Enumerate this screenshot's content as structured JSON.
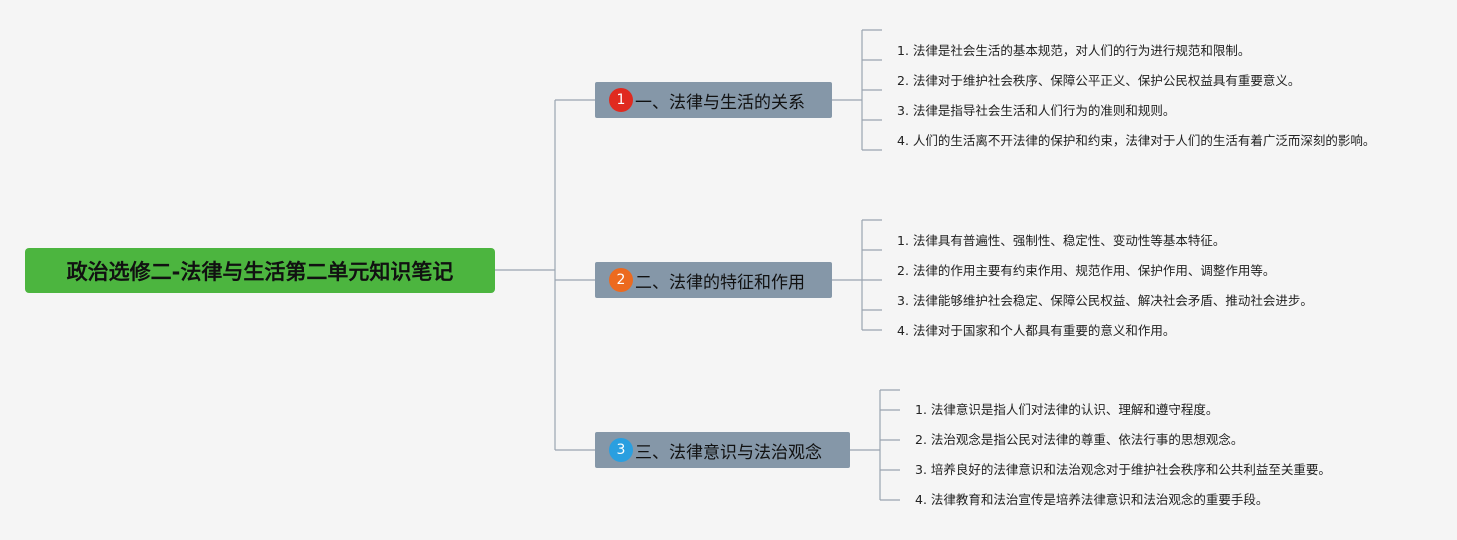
{
  "root": {
    "label": "政治选修二-法律与生活第二单元知识笔记"
  },
  "colors": {
    "root": "#4cb53f",
    "branch": "#8597a8",
    "line": "#9aa5b0",
    "badge1": "#e02a1f",
    "badge2": "#ec6a1f",
    "badge3": "#2a9fe0"
  },
  "branches": [
    {
      "badge": "1",
      "label": "一、法律与生活的关系",
      "items": [
        "1. 法律是社会生活的基本规范，对人们的行为进行规范和限制。",
        "2. 法律对于维护社会秩序、保障公平正义、保护公民权益具有重要意义。",
        "3. 法律是指导社会生活和人们行为的准则和规则。",
        "4. 人们的生活离不开法律的保护和约束，法律对于人们的生活有着广泛而深刻的影响。"
      ]
    },
    {
      "badge": "2",
      "label": "二、法律的特征和作用",
      "items": [
        "1. 法律具有普遍性、强制性、稳定性、变动性等基本特征。",
        "2. 法律的作用主要有约束作用、规范作用、保护作用、调整作用等。",
        "3. 法律能够维护社会稳定、保障公民权益、解决社会矛盾、推动社会进步。",
        "4. 法律对于国家和个人都具有重要的意义和作用。"
      ]
    },
    {
      "badge": "3",
      "label": "三、法律意识与法治观念",
      "items": [
        "1. 法律意识是指人们对法律的认识、理解和遵守程度。",
        "2. 法治观念是指公民对法律的尊重、依法行事的思想观念。",
        "3. 培养良好的法律意识和法治观念对于维护社会秩序和公共利益至关重要。",
        "4. 法律教育和法治宣传是培养法律意识和法治观念的重要手段。"
      ]
    }
  ]
}
